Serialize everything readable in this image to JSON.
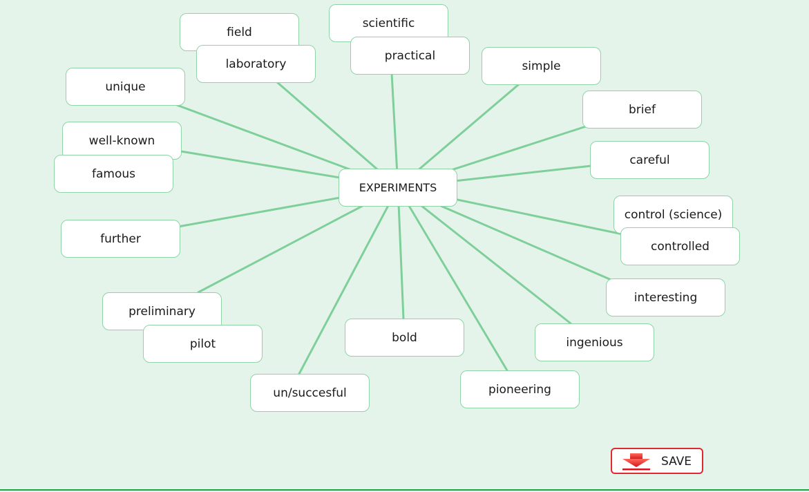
{
  "center": {
    "label": "EXPERIMENTS"
  },
  "nodes": [
    {
      "id": "field",
      "label": "field"
    },
    {
      "id": "scientific",
      "label": "scientific"
    },
    {
      "id": "laboratory",
      "label": "laboratory"
    },
    {
      "id": "practical",
      "label": "practical"
    },
    {
      "id": "simple",
      "label": "simple"
    },
    {
      "id": "unique",
      "label": "unique"
    },
    {
      "id": "brief",
      "label": "brief"
    },
    {
      "id": "well-known",
      "label": "well-known"
    },
    {
      "id": "careful",
      "label": "careful"
    },
    {
      "id": "famous",
      "label": "famous"
    },
    {
      "id": "control-science",
      "label": "control (science)"
    },
    {
      "id": "further",
      "label": "further"
    },
    {
      "id": "controlled",
      "label": "controlled"
    },
    {
      "id": "interesting",
      "label": "interesting"
    },
    {
      "id": "preliminary",
      "label": "preliminary"
    },
    {
      "id": "bold",
      "label": "bold"
    },
    {
      "id": "ingenious",
      "label": "ingenious"
    },
    {
      "id": "pilot",
      "label": "pilot"
    },
    {
      "id": "pioneering",
      "label": "pioneering"
    },
    {
      "id": "un-successful",
      "label": "un/succesful"
    }
  ],
  "save": {
    "label": "SAVE",
    "icon": "download-arrow-icon",
    "color": "#e0282d"
  },
  "colors": {
    "background": "#e5f4ea",
    "connector": "#7fcf9b",
    "node_border": "#8fd3a6",
    "footer_rule": "#1aa44a"
  }
}
